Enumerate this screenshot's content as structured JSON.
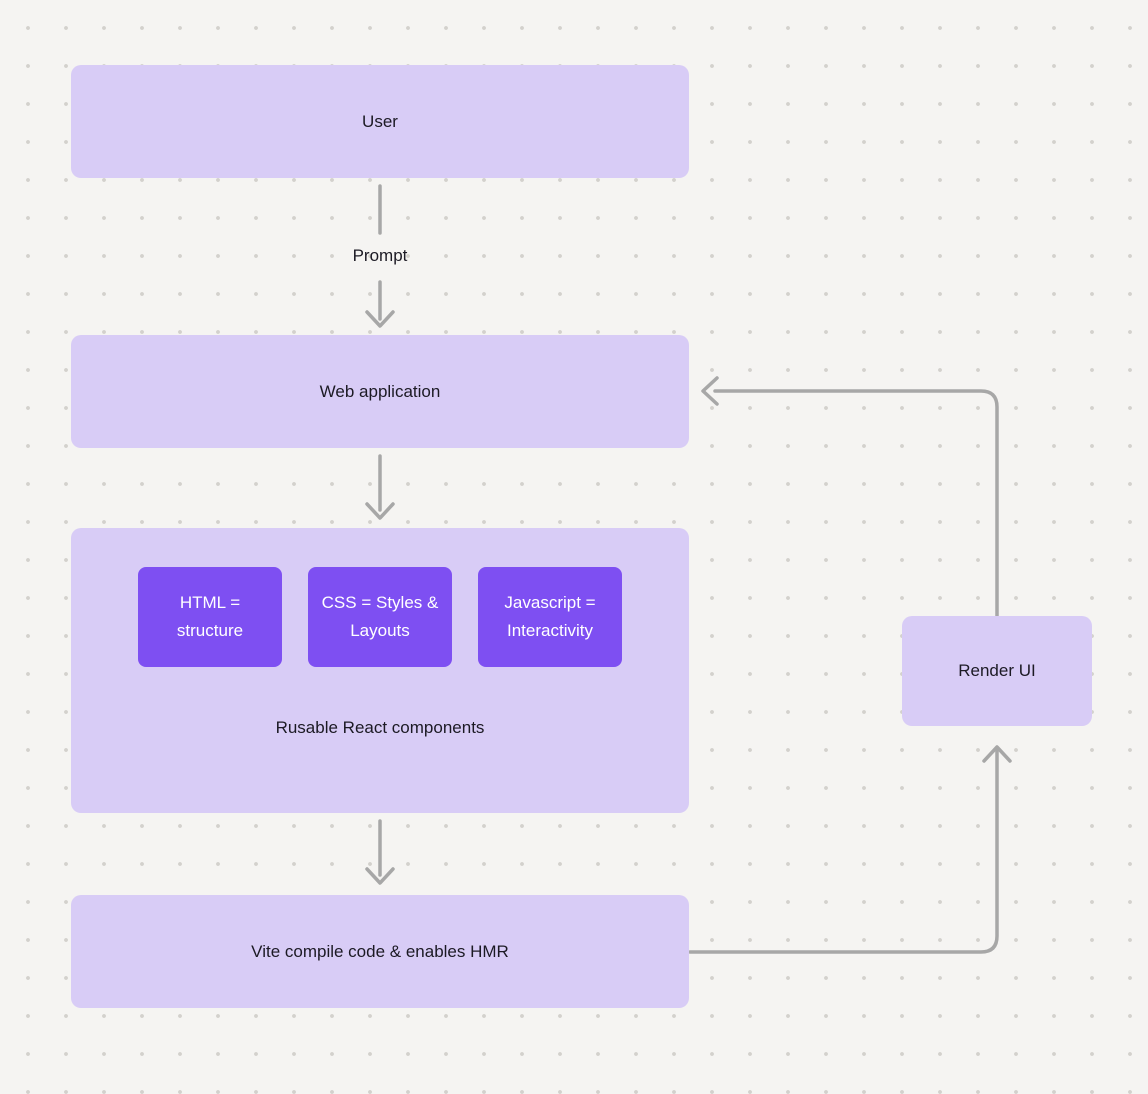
{
  "diagram": {
    "nodes": {
      "user": {
        "label": "User"
      },
      "web_application": {
        "label": "Web application"
      },
      "components": {
        "label": "Rusable React components",
        "chips": [
          {
            "label": "HTML = structure"
          },
          {
            "label": "CSS = Styles & Layouts"
          },
          {
            "label": "Javascript = Interactivity"
          }
        ]
      },
      "vite": {
        "label": "Vite compile code & enables HMR"
      },
      "render_ui": {
        "label": "Render UI"
      }
    },
    "edges": {
      "user_to_web": {
        "label": "Prompt"
      },
      "web_to_components": {
        "label": ""
      },
      "components_to_vite": {
        "label": ""
      },
      "vite_to_render": {
        "label": ""
      },
      "render_to_web": {
        "label": ""
      }
    },
    "colors": {
      "background": "#f5f4f2",
      "dot_grid": "#d3d1cd",
      "node_fill": "#d8ccf6",
      "chip_fill": "#7e4ff2",
      "arrow": "#a7a7a7",
      "text_dark": "#1c1a24",
      "text_light": "#ffffff"
    }
  }
}
